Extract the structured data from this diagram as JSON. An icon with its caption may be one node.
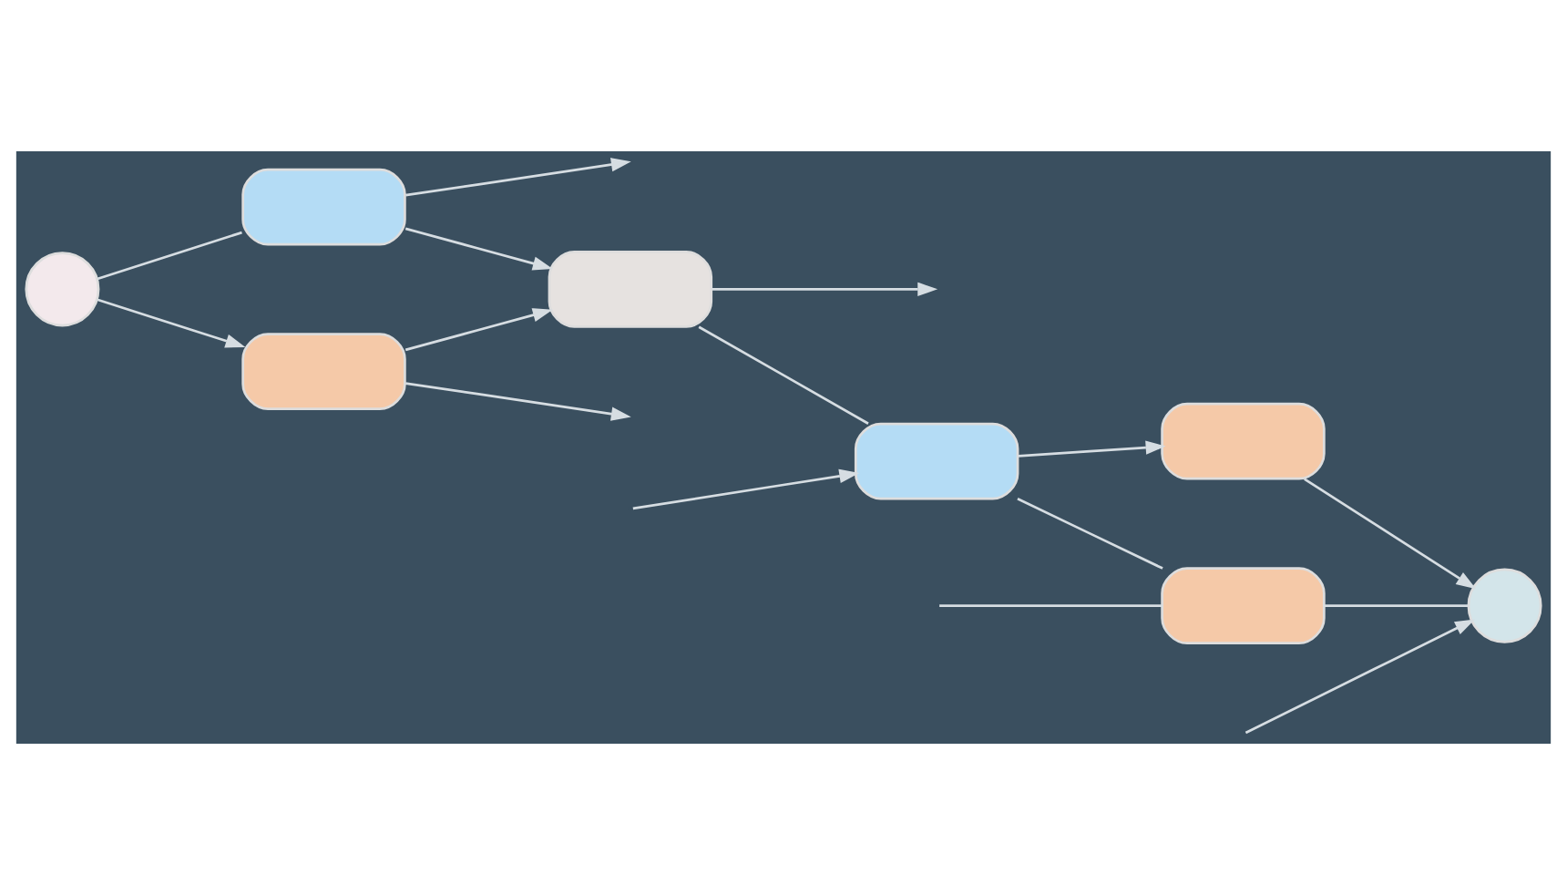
{
  "diagram": {
    "nodes": [
      {
        "text": [],
        "shape": "circle"
      },
      {
        "text": [],
        "shape": "box"
      },
      {
        "text": [],
        "shape": "box"
      },
      {
        "text": [],
        "shape": "box"
      },
      {
        "text": [],
        "shape": "box"
      },
      {
        "text": [],
        "shape": "box"
      },
      {
        "text": [],
        "shape": "box"
      },
      {
        "text": [],
        "shape": "circle"
      }
    ],
    "edges": [
      {
        "from": 0,
        "to": 1,
        "arrow": "none"
      },
      {
        "from": 0,
        "to": 2,
        "arrow": "to"
      },
      {
        "from": 1,
        "to": null,
        "arrow": "to"
      },
      {
        "from": 1,
        "to": 3,
        "arrow": "to"
      },
      {
        "from": 2,
        "to": 3,
        "arrow": "to"
      },
      {
        "from": 2,
        "to": null,
        "arrow": "to"
      },
      {
        "from": 3,
        "to": null,
        "arrow": "to"
      },
      {
        "from": 3,
        "to": 4,
        "arrow": "none"
      },
      {
        "from": null,
        "to": 4,
        "arrow": "to"
      },
      {
        "from": 4,
        "to": 5,
        "arrow": "none"
      },
      {
        "from": null,
        "to": 5,
        "arrow": "none"
      },
      {
        "from": 4,
        "to": 6,
        "arrow": "to"
      },
      {
        "from": 5,
        "to": 7,
        "arrow": "none"
      },
      {
        "from": 6,
        "to": 7,
        "arrow": "to"
      },
      {
        "from": null,
        "to": 7,
        "arrow": "to"
      }
    ]
  }
}
